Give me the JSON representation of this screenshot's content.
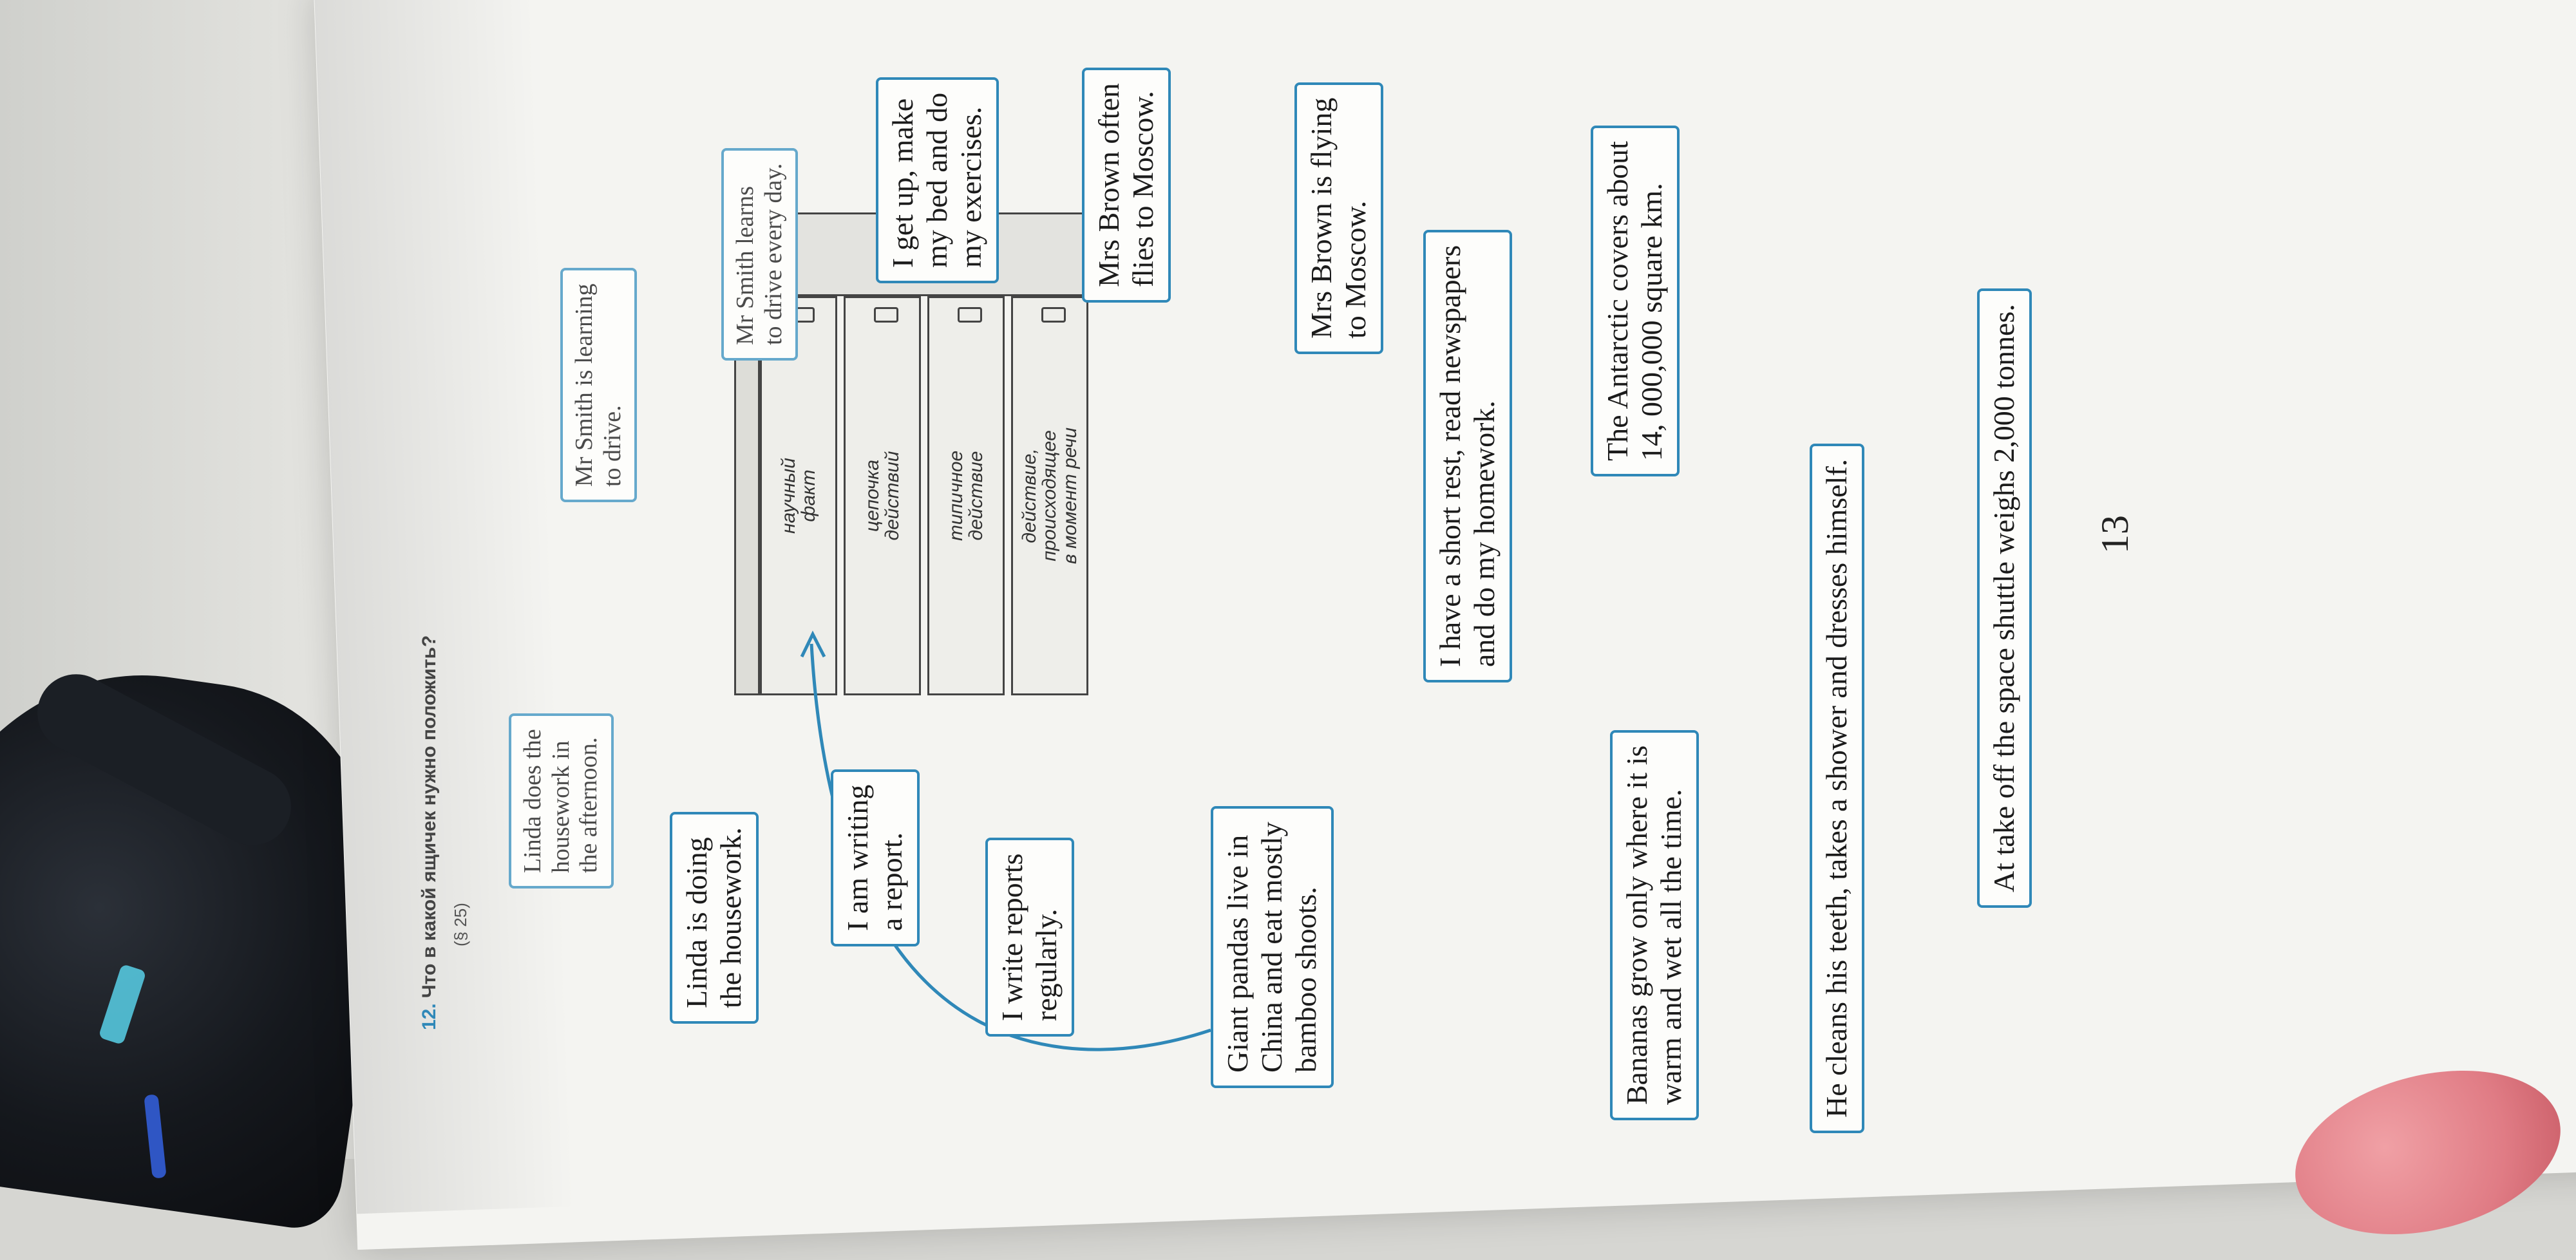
{
  "header": {
    "exercise_number": "12.",
    "title": "Что в какой ящичек нужно положить?",
    "reference": "(§ 25)"
  },
  "cabinet": {
    "drawers": [
      {
        "label": "научный\nфакт"
      },
      {
        "label": "цепочка\nдействий"
      },
      {
        "label": "типичное\nдействие"
      },
      {
        "label": "действие,\nпроисходящее\nв момент речи"
      }
    ]
  },
  "sentences": [
    {
      "lines": [
        "Linda does the",
        "housework in",
        "the afternoon."
      ]
    },
    {
      "lines": [
        "Mr Smith is learning",
        "to drive."
      ]
    },
    {
      "lines": [
        "Mr Smith learns",
        "to drive every day."
      ]
    },
    {
      "lines": [
        "I get up, make",
        "my bed and do",
        "my exercises."
      ]
    },
    {
      "lines": [
        "Mrs Brown often",
        "flies to Moscow."
      ]
    },
    {
      "lines": [
        "Linda is doing",
        "the housework."
      ]
    },
    {
      "lines": [
        "I am writing",
        "a report."
      ]
    },
    {
      "lines": [
        "I write reports",
        "regularly."
      ]
    },
    {
      "lines": [
        "Giant pandas live in",
        "China and eat mostly",
        "bamboo shoots."
      ]
    },
    {
      "lines": [
        "Mrs Brown is flying",
        "to Moscow."
      ]
    },
    {
      "lines": [
        "I have a short rest, read newspapers",
        "and do my homework."
      ]
    },
    {
      "lines": [
        "The Antarctic covers about",
        "14, 000,000 square km."
      ]
    },
    {
      "lines": [
        "Bananas grow only where it is",
        "warm and wet all the time."
      ]
    },
    {
      "lines": [
        "He cleans his teeth, takes a shower and dresses himself."
      ]
    },
    {
      "lines": [
        "At take off the space shuttle weighs 2,000 tonnes."
      ]
    }
  ],
  "page_number": "13",
  "colors": {
    "box_border": "#2f88b8",
    "page": "#f4f4f1",
    "text": "#1b1b1b"
  }
}
